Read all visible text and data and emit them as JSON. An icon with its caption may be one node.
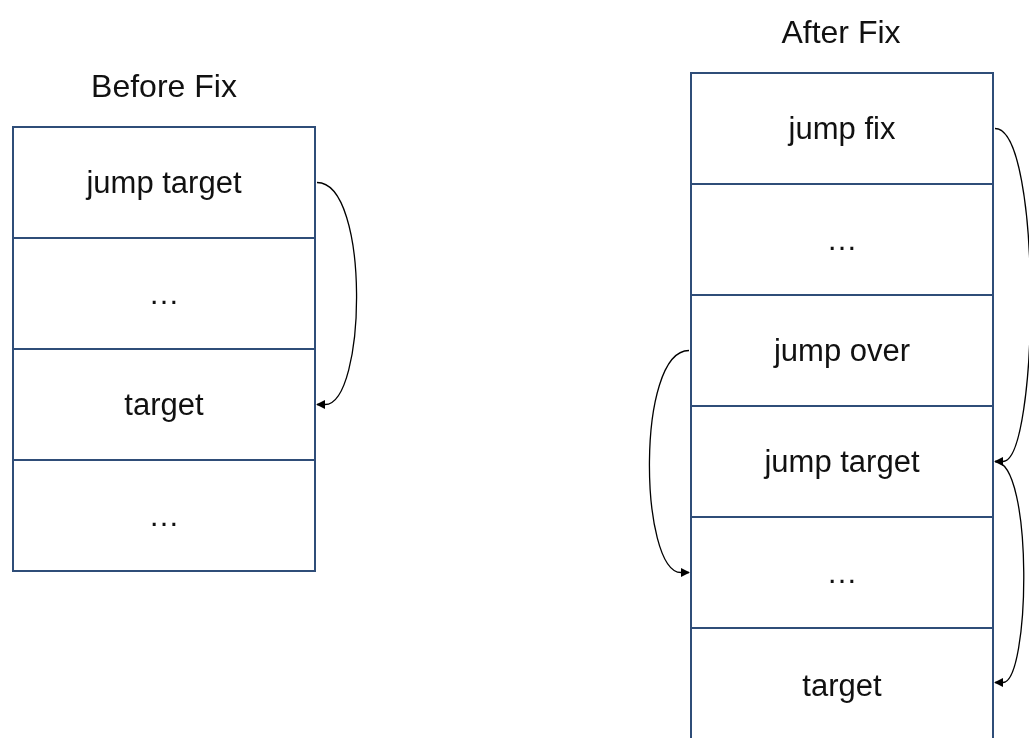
{
  "diagram": {
    "nodes": [
      {
        "text": [
          "jump target"
        ]
      },
      {
        "text": [
          "…"
        ]
      },
      {
        "text": [
          "target"
        ]
      },
      {
        "text": [
          "…"
        ]
      },
      {
        "text": [
          "jump fix"
        ]
      },
      {
        "text": [
          "…"
        ]
      },
      {
        "text": [
          "jump over"
        ]
      },
      {
        "text": [
          "jump target"
        ]
      },
      {
        "text": [
          "…"
        ]
      },
      {
        "text": [
          "target"
        ]
      }
    ],
    "edges": [
      {
        "from": 0,
        "to": 2,
        "arrow": "to"
      },
      {
        "from": 4,
        "to": 7,
        "arrow": "to"
      },
      {
        "from": 6,
        "to": 8,
        "arrow": "to"
      },
      {
        "from": 7,
        "to": 9,
        "arrow": "to"
      }
    ],
    "labels": [
      "Before Fix",
      "After Fix"
    ]
  }
}
